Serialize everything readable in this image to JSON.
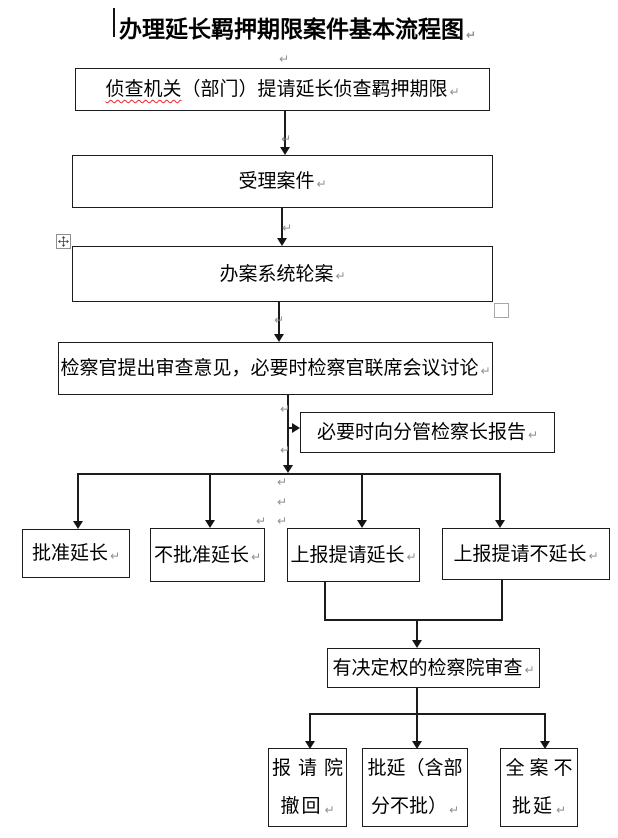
{
  "title": {
    "text": "办理延长羁押期限案件基本流程图"
  },
  "marks": {
    "pilcrow": "↵"
  },
  "nodes": {
    "request": {
      "underlined": "侦查机关",
      "rest": "（部门）提请延长侦查羁押期限"
    },
    "accept": {
      "label": "受理案件"
    },
    "assign": {
      "label": "办案系统轮案"
    },
    "opinion": {
      "label": "检察官提出审查意见，必要时检察官联席会议讨论"
    },
    "report_chief": {
      "label": "必要时向分管检察长报告"
    },
    "approve": {
      "label": "批准延长"
    },
    "disapprove": {
      "label": "不批准延长"
    },
    "report_extend": {
      "label": "上报提请延长"
    },
    "report_not_extend": {
      "label": "上报提请不延长"
    },
    "review": {
      "label": "有决定权的检察院审查"
    },
    "withdraw": {
      "line1": "报请院",
      "line2": "撤回"
    },
    "partial": {
      "line1": "批延（含部",
      "line2": "分不批）"
    },
    "deny": {
      "line1": "全案不",
      "line2": "批延"
    }
  },
  "colors": {
    "line": "#1c1c1c",
    "paragraph_mark": "#8f8f8f",
    "misspell_underline": "#ee2222",
    "handle_border": "#a8a8a8"
  }
}
